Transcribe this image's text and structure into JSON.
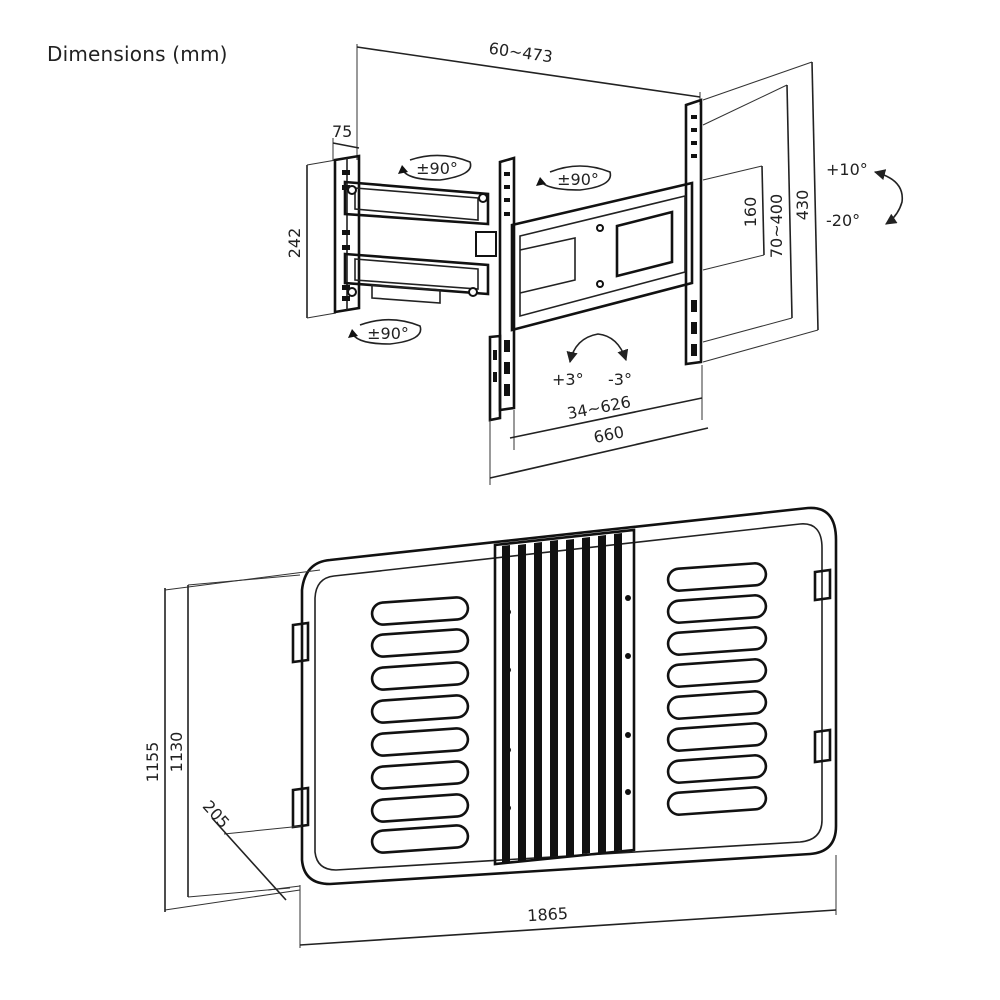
{
  "title": "Dimensions (mm)",
  "dimensions": {
    "arm_extension": "60~473",
    "wall_plate_width": "75",
    "wall_plate_height": "242",
    "vesa_height_max": "430",
    "vesa_height_range": "70~400",
    "inner_height": "160",
    "vesa_width_range": "34~626",
    "tv_plate_width": "660",
    "box_length": "1865",
    "box_height_outer": "1155",
    "box_height_inner": "1130",
    "box_depth": "205"
  },
  "rotations": {
    "swivel_left": "±90°",
    "swivel_middle": "±90°",
    "swivel_bottom": "±90°",
    "tilt_up": "+10°",
    "tilt_down": "-20°",
    "level_left": "+3°",
    "level_right": "-3°"
  }
}
